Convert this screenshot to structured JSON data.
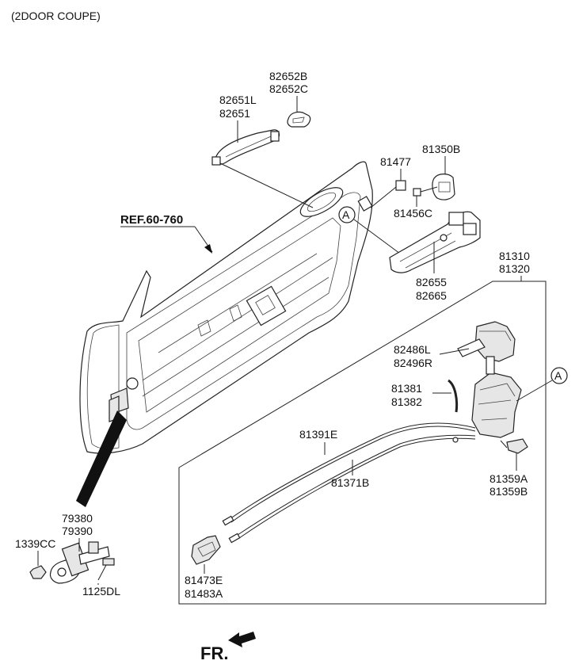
{
  "title": "(2DOOR COUPE)",
  "reference": "REF.60-760",
  "callout_letter": "A",
  "direction_label": "FR.",
  "parts": {
    "handle_cover": [
      "82652B",
      "82652C"
    ],
    "outside_handle": [
      "82651L",
      "82651"
    ],
    "bolt": "81477",
    "striker": "81350B",
    "striker_screw": "81456C",
    "handle_bracket": [
      "82655",
      "82665"
    ],
    "lock_assembly": [
      "81310",
      "81320"
    ],
    "actuator_cover": [
      "82486L",
      "82496R"
    ],
    "rod": [
      "81381",
      "81382"
    ],
    "cable_upper": "81391E",
    "cable_lower": "81371B",
    "lock_switch": [
      "81359A",
      "81359B"
    ],
    "inner_handle": [
      "81473E",
      "81483A"
    ],
    "door_checker": [
      "79380",
      "79390"
    ],
    "checker_nut": "1339CC",
    "checker_bolt": "1125DL"
  }
}
